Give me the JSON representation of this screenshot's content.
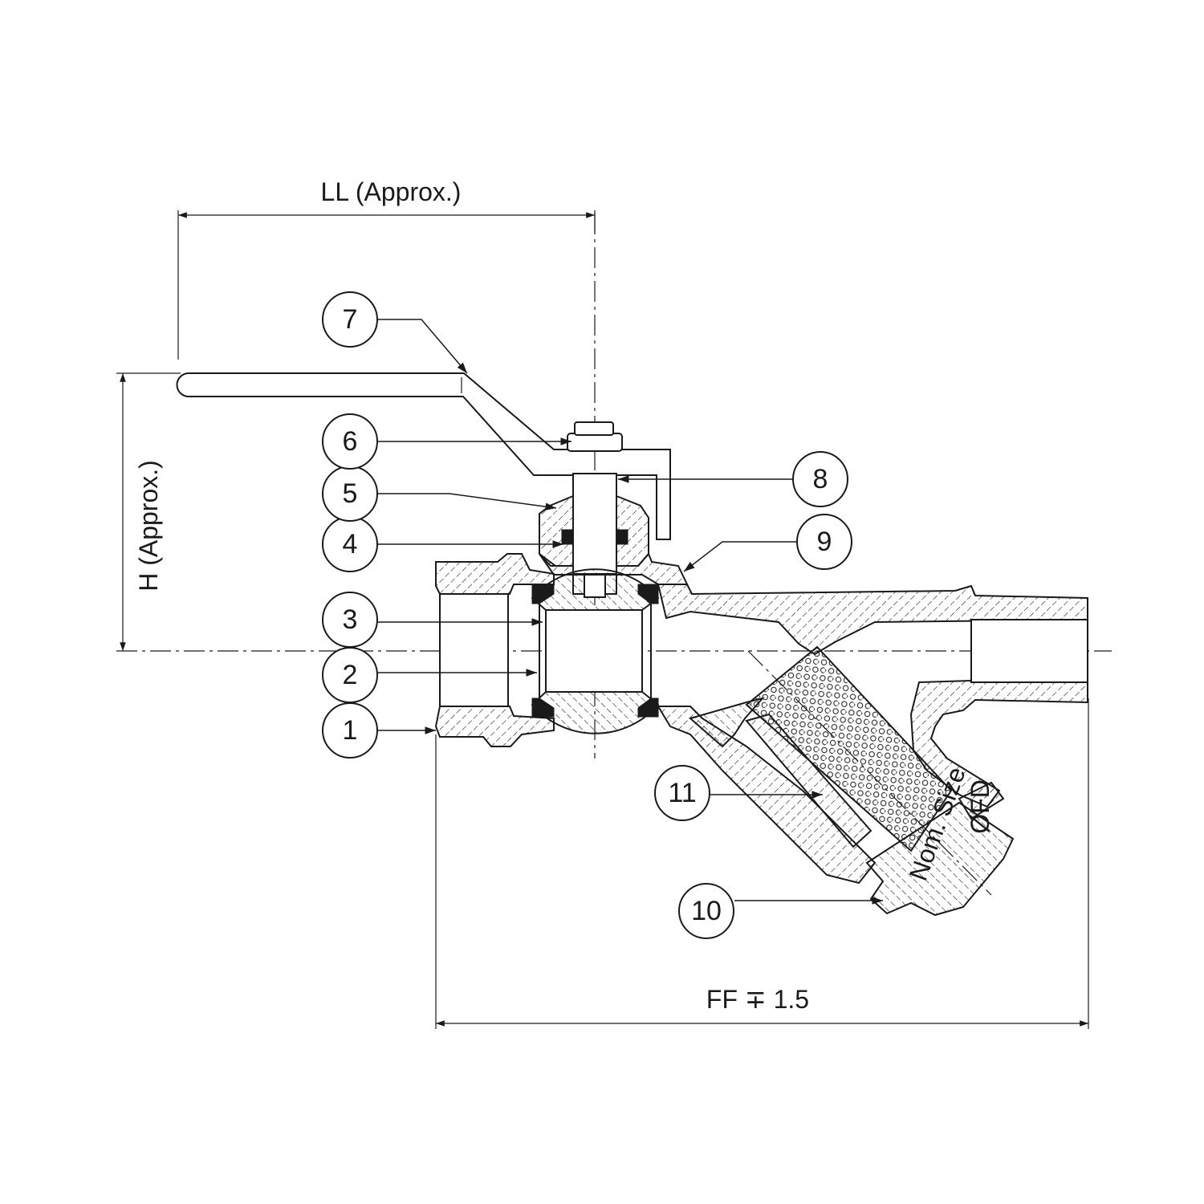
{
  "dimensions": {
    "lever_length": "LL (Approx.)",
    "height": "H (Approx.)",
    "face_to_face": "FF ∓ 1.5",
    "nominal_size": "Nom. Size",
    "outer_diameter": "ØFD"
  },
  "balloons": [
    {
      "id": "balloon-1",
      "label": "1"
    },
    {
      "id": "balloon-2",
      "label": "2"
    },
    {
      "id": "balloon-3",
      "label": "3"
    },
    {
      "id": "balloon-4",
      "label": "4"
    },
    {
      "id": "balloon-5",
      "label": "5"
    },
    {
      "id": "balloon-6",
      "label": "6"
    },
    {
      "id": "balloon-7",
      "label": "7"
    },
    {
      "id": "balloon-8",
      "label": "8"
    },
    {
      "id": "balloon-9",
      "label": "9"
    },
    {
      "id": "balloon-10",
      "label": "10"
    },
    {
      "id": "balloon-11",
      "label": "11"
    }
  ]
}
